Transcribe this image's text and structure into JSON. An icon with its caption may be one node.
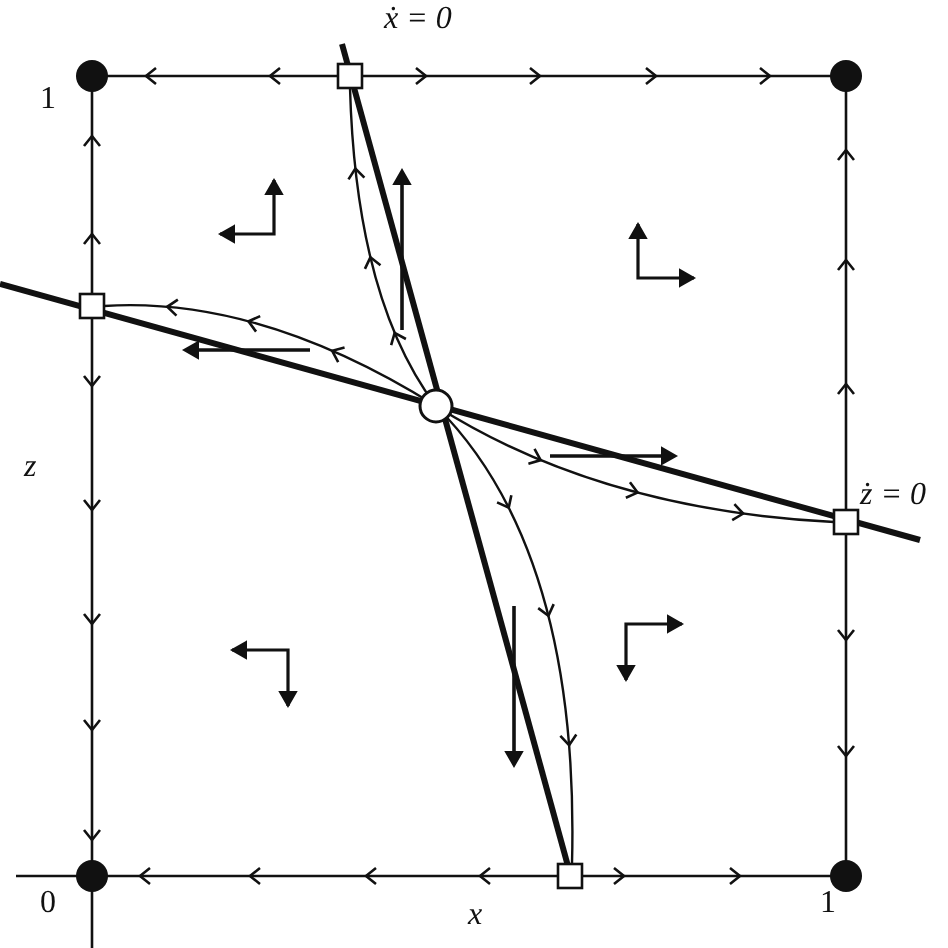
{
  "diagram": {
    "labels": [
      "ẋ = 0",
      "1",
      "z",
      "ż = 0",
      "0",
      "x",
      "1"
    ]
  }
}
